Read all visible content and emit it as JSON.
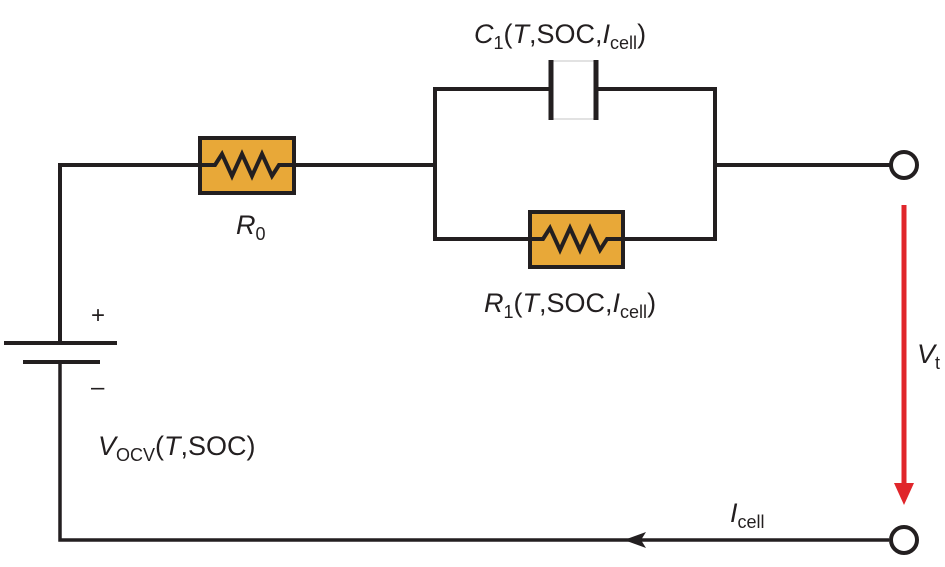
{
  "diagram": {
    "title": "Equivalent circuit model of a battery cell",
    "colors": {
      "wire": "#231f20",
      "resistor_fill": "#e8a838",
      "voltage_arrow": "#e0262b",
      "background": "#ffffff"
    },
    "components": {
      "r0": {
        "symbol": "R",
        "subscript": "0",
        "args": ""
      },
      "r1": {
        "symbol": "R",
        "subscript": "1",
        "args_open": "(",
        "arg_t": "T",
        "arg_sep1": ",SOC,",
        "arg_i": "I",
        "arg_i_sub": "cell",
        "args_close": ")"
      },
      "c1": {
        "symbol": "C",
        "subscript": "1",
        "args_open": "(",
        "arg_t": "T",
        "arg_sep1": ",SOC,",
        "arg_i": "I",
        "arg_i_sub": "cell",
        "args_close": ")"
      },
      "source": {
        "symbol": "V",
        "subscript": "OCV",
        "args_open": "(",
        "arg_t": "T",
        "arg_sep1": ",SOC",
        "args_close": ")",
        "plus": "+",
        "minus": "–"
      }
    },
    "terminal_voltage": {
      "symbol": "V",
      "subscript": "t"
    },
    "current": {
      "symbol": "I",
      "subscript": "cell"
    }
  }
}
